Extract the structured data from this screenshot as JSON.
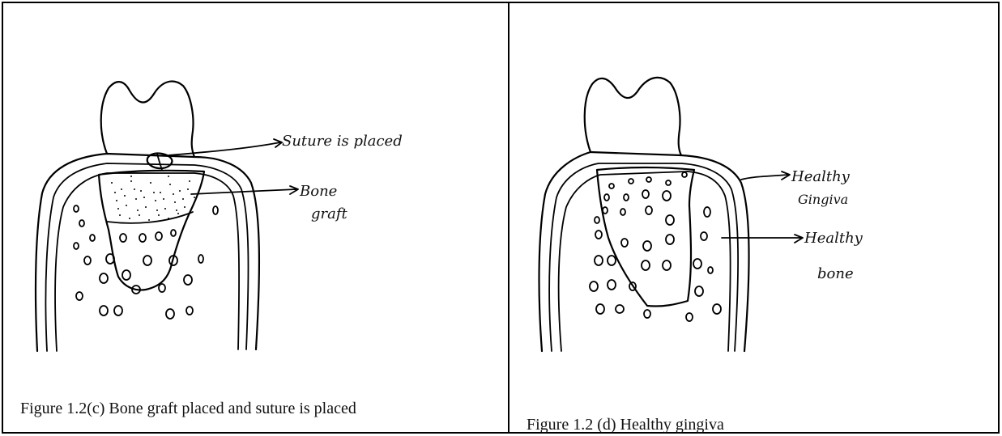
{
  "figures": [
    {
      "caption": "Figure 1.2(c) Bone graft placed and suture is placed",
      "labels": {
        "suture": "Suture is placed",
        "bone_graft_line1": "Bone",
        "bone_graft_line2": "graft"
      }
    },
    {
      "caption": "Figure 1.2 (d) Healthy gingiva",
      "labels": {
        "gingiva_line1": "Healthy",
        "gingiva_line2": "Gingiva",
        "bone_line1": "Healthy",
        "bone_line2": "bone"
      }
    }
  ]
}
